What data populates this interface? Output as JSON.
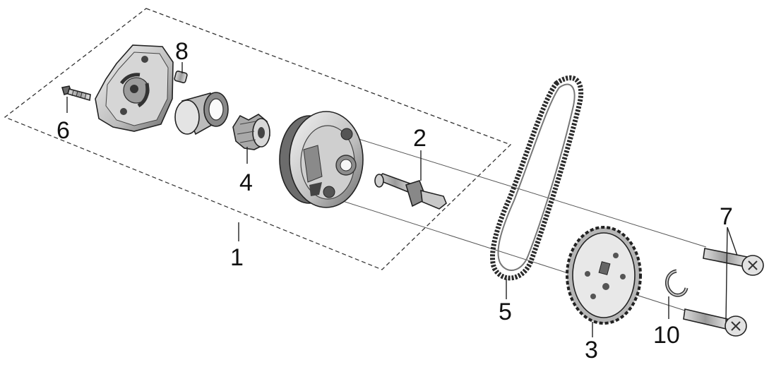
{
  "callouts": {
    "c1": "1",
    "c2": "2",
    "c3": "3",
    "c4": "4",
    "c5": "5",
    "c6": "6",
    "c7": "7",
    "c8": "8",
    "c10": "10"
  },
  "colors": {
    "line": "#222222",
    "part_light": "#e6e6e6",
    "part_mid": "#b8b8b8",
    "part_dark": "#555555"
  }
}
